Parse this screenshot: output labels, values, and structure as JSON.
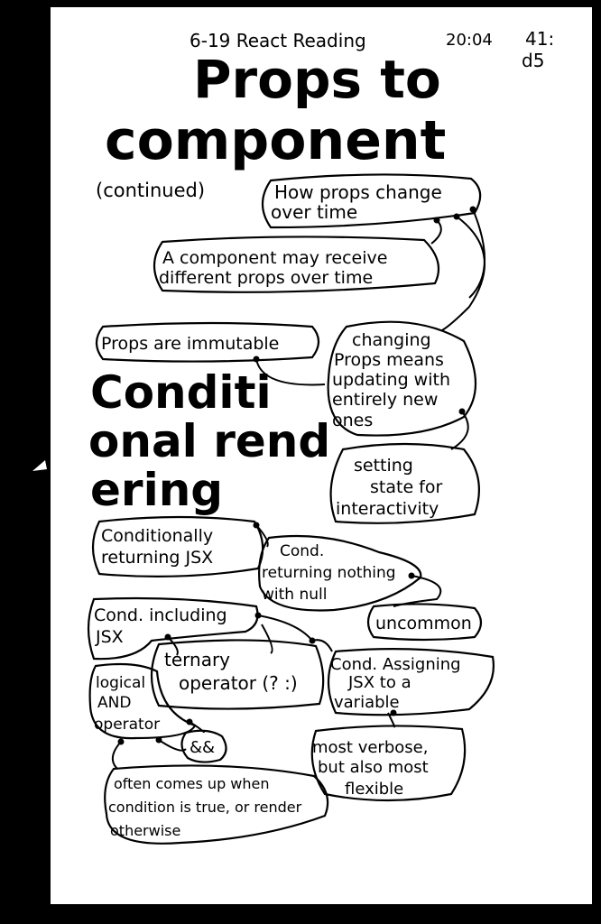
{
  "header": {
    "line": "6-19 React Reading",
    "time": "20:04",
    "mark": "41:",
    "mark2": "d5"
  },
  "title1": {
    "line1": "Props to",
    "line2": "component"
  },
  "continued": "(continued)",
  "bubbles": {
    "how_props_change": [
      "How props change",
      "over time"
    ],
    "receive_props": [
      "A component may receive",
      "different props over time"
    ],
    "immutable": [
      "Props are immutable"
    ],
    "changing_props": [
      "changing",
      "Props means",
      "updating with",
      "entirely new",
      "ones"
    ],
    "setting_state": [
      "setting",
      "state for",
      "interactivity"
    ],
    "cond_returning_jsx": [
      "Conditionally",
      "returning JSX"
    ],
    "cond_returning_null": [
      "Cond.",
      "returning nothing",
      "with null"
    ],
    "uncommon": [
      "uncommon"
    ],
    "cond_including_jsx": [
      "Cond. including",
      "JSX"
    ],
    "ternary": [
      "ternary",
      "operator (? :)"
    ],
    "cond_assigning": [
      "Cond. Assigning",
      "JSX to a",
      "variable"
    ],
    "logical_and": [
      "logical",
      "AND",
      "operator"
    ],
    "and_symbol": [
      "&&"
    ],
    "most_verbose": [
      "most verbose,",
      "but also most",
      "flexible"
    ],
    "often_comes_up": [
      "often comes up when",
      "condition is true, or render",
      "otherwise"
    ]
  },
  "title2": {
    "line1": "Conditi",
    "line2": "onal rend",
    "line3": "ering"
  }
}
